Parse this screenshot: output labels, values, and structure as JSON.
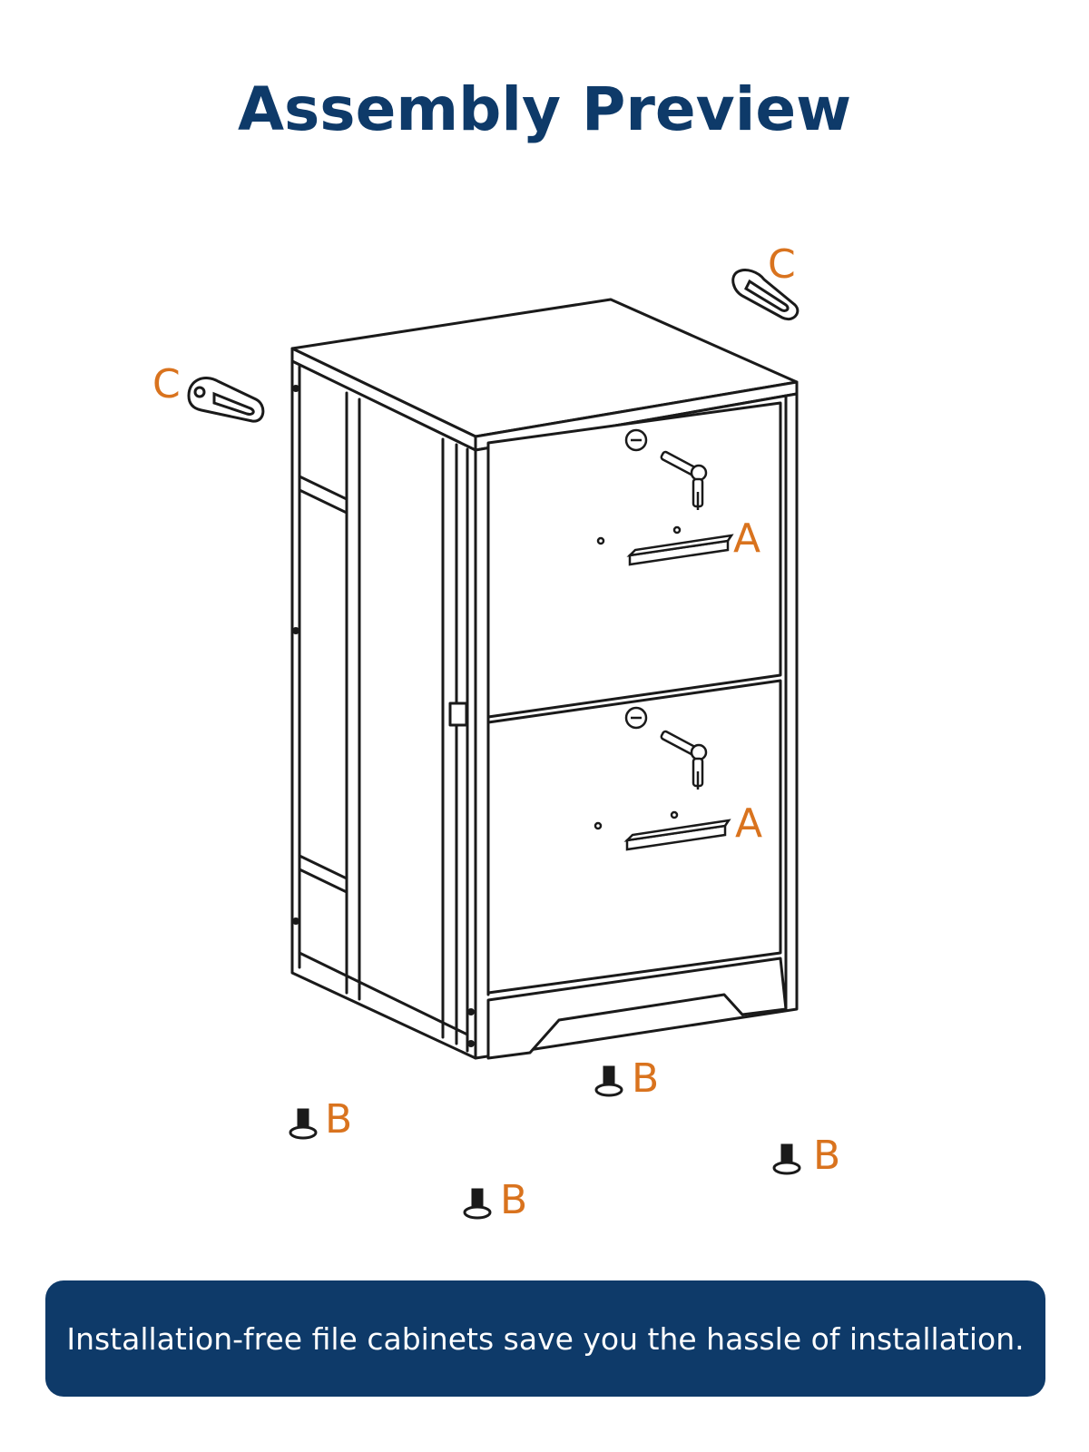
{
  "title": "Assembly Preview",
  "labels": {
    "A": "A",
    "B": "B",
    "C": "C"
  },
  "banner": {
    "text": "Installation-free file cabinets save you the hassle of installation."
  },
  "colors": {
    "title": "#0e3a69",
    "label": "#d9731e",
    "banner_bg": "#0e3a69",
    "banner_text": "#ffffff",
    "line": "#1a1a1a"
  }
}
